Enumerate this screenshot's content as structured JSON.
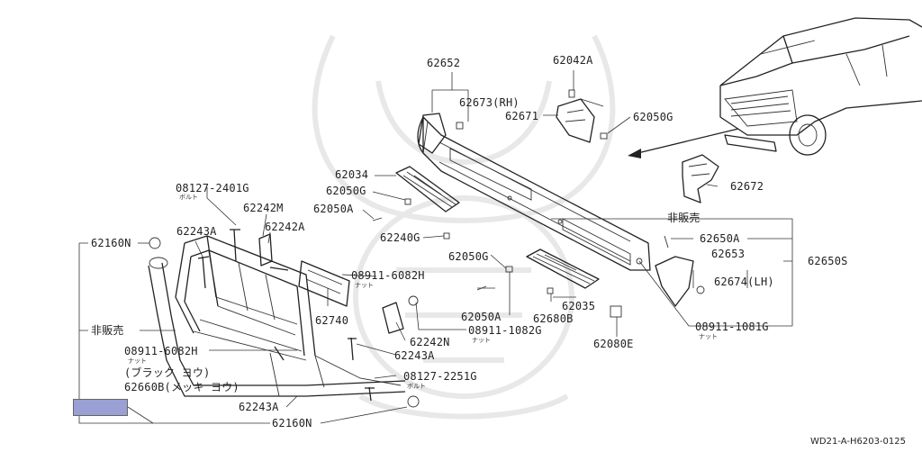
{
  "labels": {
    "p62652": "62652",
    "p62673": "62673(RH)",
    "p62042A": "62042A",
    "p62671": "62671",
    "p62050G_top": "62050G",
    "p62034": "62034",
    "p62050G_a": "62050G",
    "p62050A_a": "62050A",
    "p62240G": "62240G",
    "p62672": "62672",
    "not_for_sale_right": "非販売",
    "p62650A": "62650A",
    "p62653": "62653",
    "p62650S": "62650S",
    "p62674": "62674(LH)",
    "p62050G_b": "62050G",
    "p62050A_b": "62050A",
    "p62035": "62035",
    "p62680B": "62680B",
    "p62080E": "62080E",
    "p08911_1081G": "08911-1081G",
    "p08127_2401G": "08127-2401G",
    "p62242M": "62242M",
    "p62242A": "62242A",
    "p62243A_top": "62243A",
    "p62160N_top": "62160N",
    "p08911_6082H_a": "08911-6082H",
    "p62740": "62740",
    "p62242N": "62242N",
    "p08911_1082G": "08911-1082G",
    "not_for_sale_left": "非販売",
    "p08911_6082H_b": "08911-6082H",
    "black_note": "(ブラック ヨウ)",
    "p62660B": "62660B(メッキ ヨウ)",
    "p62243A_mid": "62243A",
    "p08127_2251G": "08127-2251G",
    "p62243A_bot": "62243A",
    "p62160N_bot": "62160N"
  },
  "subs": {
    "bolt": "ボルト",
    "nut": "ナット"
  },
  "diagram_code": "WD21-A-H6203-0125"
}
